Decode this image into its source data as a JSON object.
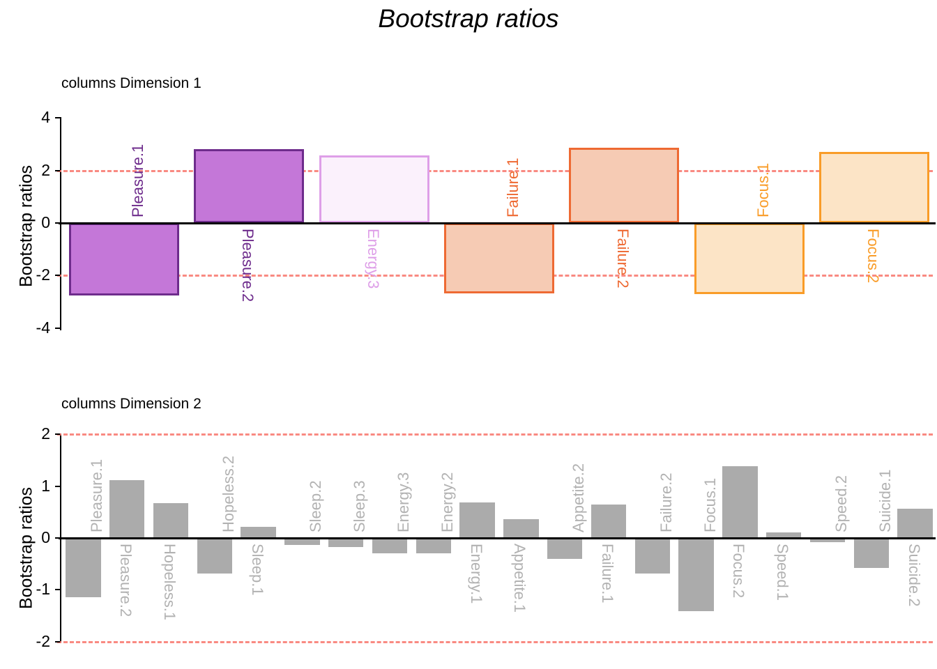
{
  "title": "Bootstrap ratios",
  "colors": {
    "threshold_line": "#F8766D",
    "zero_line": "#000000",
    "axis": "#000000",
    "grey_bar_fill": "#ABABAB",
    "purple_fill": "#C477D8",
    "purple_stroke": "#6E2C8C",
    "lightpurple_fill": "#FBF1FC",
    "lightpurple_stroke": "#DE9FE8",
    "salmon_fill": "#F6CBB4",
    "salmon_stroke": "#EE6A33",
    "peach_fill": "#FCE4C6",
    "peach_stroke": "#F99C28",
    "grey_label": "#B2B2B2"
  },
  "panels": [
    {
      "subtitle": "columns Dimension 1",
      "ylabel": "Bootstrap ratios",
      "ticks": [
        "4",
        "2",
        "0",
        "-2",
        "-4"
      ]
    },
    {
      "subtitle": "columns Dimension 2",
      "ylabel": "Bootstrap ratios",
      "ticks": [
        "2",
        "1",
        "0",
        "-1",
        "-2"
      ]
    }
  ],
  "chart_data": [
    {
      "type": "bar",
      "title": "columns Dimension 1",
      "xlabel": "",
      "ylabel": "Bootstrap ratios",
      "ylim": [
        -4.6,
        4.6
      ],
      "yticks": [
        4,
        2,
        0,
        -2,
        -4
      ],
      "grid": false,
      "legend": "none",
      "threshold_lines": [
        2,
        -2
      ],
      "categories": [
        "Pleasure.1",
        "Pleasure.2",
        "Energy.3",
        "Failure.1",
        "Failure.2",
        "Focus.1",
        "Focus.2"
      ],
      "values": [
        -2.75,
        2.8,
        2.58,
        -2.68,
        2.86,
        -2.7,
        2.7
      ],
      "bar_colors": [
        {
          "fill": "#C477D8",
          "stroke": "#6E2C8C"
        },
        {
          "fill": "#C477D8",
          "stroke": "#6E2C8C"
        },
        {
          "fill": "#FBF1FC",
          "stroke": "#DE9FE8"
        },
        {
          "fill": "#F6CBB4",
          "stroke": "#EE6A33"
        },
        {
          "fill": "#F6CBB4",
          "stroke": "#EE6A33"
        },
        {
          "fill": "#FCE4C6",
          "stroke": "#F99C28"
        },
        {
          "fill": "#FCE4C6",
          "stroke": "#F99C28"
        }
      ],
      "label_colors": [
        "#6E2C8C",
        "#6E2C8C",
        "#DE9FE8",
        "#EE6A33",
        "#EE6A33",
        "#F99C28",
        "#F99C28"
      ]
    },
    {
      "type": "bar",
      "title": "columns Dimension 2",
      "xlabel": "",
      "ylabel": "Bootstrap ratios",
      "ylim": [
        -2.1,
        2.1
      ],
      "yticks": [
        2,
        1,
        0,
        -1,
        -2
      ],
      "grid": false,
      "legend": "none",
      "threshold_lines": [
        2,
        -2
      ],
      "categories": [
        "Pleasure.1",
        "Pleasure.2",
        "Hopeless.1",
        "Hopeless.2",
        "Sleep.1",
        "Sleep.2",
        "Sleep.3",
        "Energy.3",
        "Energy.2",
        "Energy.1",
        "Appetite.1",
        "Appetite.2",
        "Failure.1",
        "Failure.2",
        "Focus.1",
        "Focus.2",
        "Speed.1",
        "Speed.2",
        "Suicide.1",
        "Suicide.2"
      ],
      "values": [
        -1.15,
        1.12,
        0.67,
        -0.68,
        0.21,
        -0.13,
        -0.17,
        -0.3,
        -0.29,
        0.69,
        0.37,
        -0.4,
        0.64,
        -0.68,
        -1.41,
        1.38,
        0.11,
        -0.08,
        -0.58,
        0.56
      ],
      "bar_fill": "#ABABAB",
      "label_color": "#B2B2B2"
    }
  ]
}
